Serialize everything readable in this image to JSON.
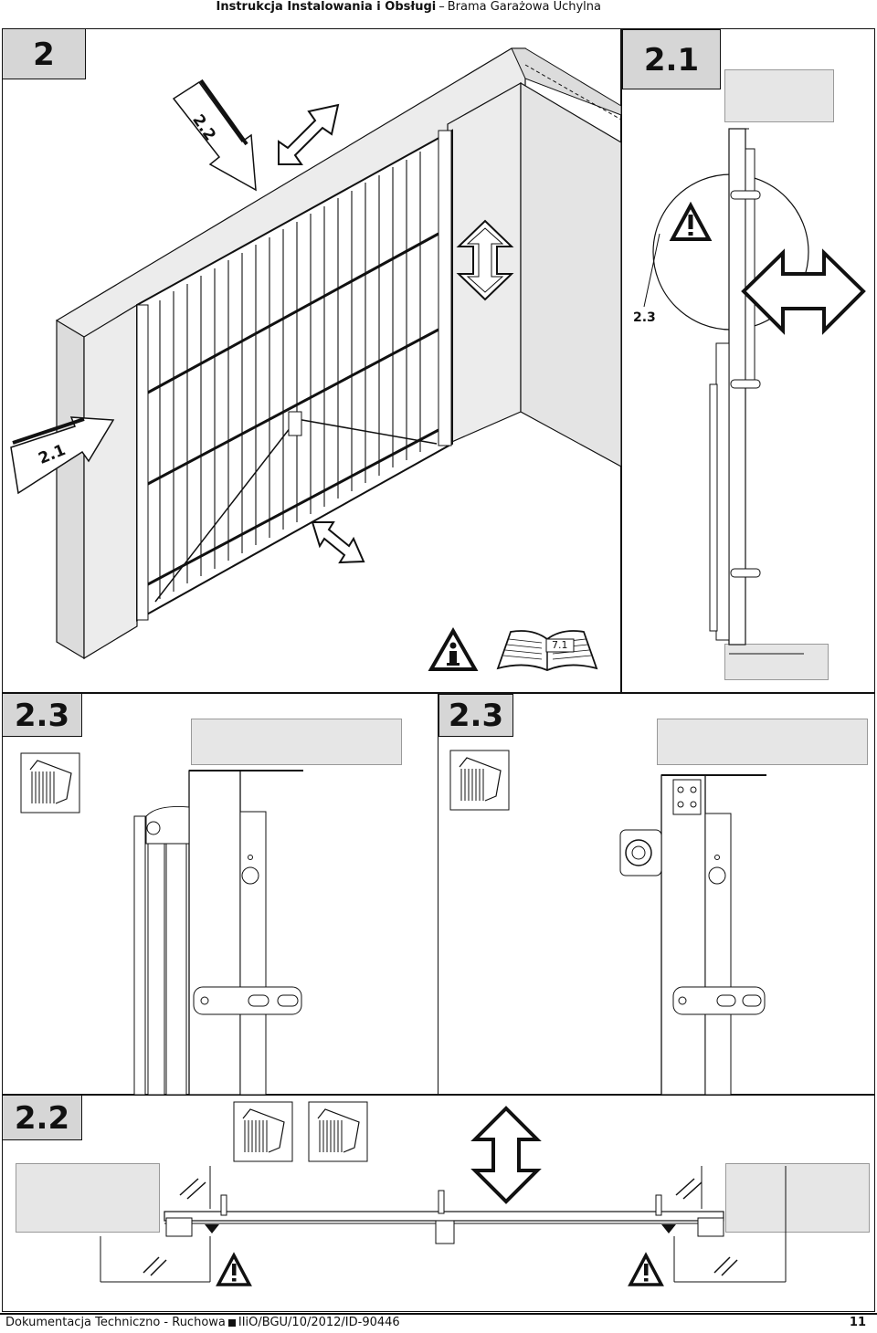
{
  "header": {
    "title_bold": "Instrukcja Instalowania i Obsługi",
    "separator": "–",
    "subtitle": "Brama Garażowa Uchylna"
  },
  "sections": {
    "main_step": "2",
    "detail_top_right": "2.1",
    "detail_mid_left": "2.3",
    "detail_mid_right": "2.3",
    "detail_bottom": "2.2"
  },
  "callouts": {
    "arrow_left": "2.1",
    "arrow_top": "2.2",
    "circle_ref": "2.3"
  },
  "icons": {
    "info": "info-warning-icon",
    "manual": "manual-book-icon",
    "manual_ref": "7.1",
    "warning": "warning-triangle-icon",
    "tool": "spirit-level-icon",
    "arrow_vertical": "double-arrow-vertical-icon",
    "arrow_horizontal": "double-arrow-horizontal-icon",
    "arrow_diagonal": "double-arrow-diagonal-icon"
  },
  "footer": {
    "left_text": "Dokumentacja Techniczno - Ruchowa",
    "doc_id": "IIiO/BGU/10/2012/ID-90446",
    "page_number": "11"
  }
}
